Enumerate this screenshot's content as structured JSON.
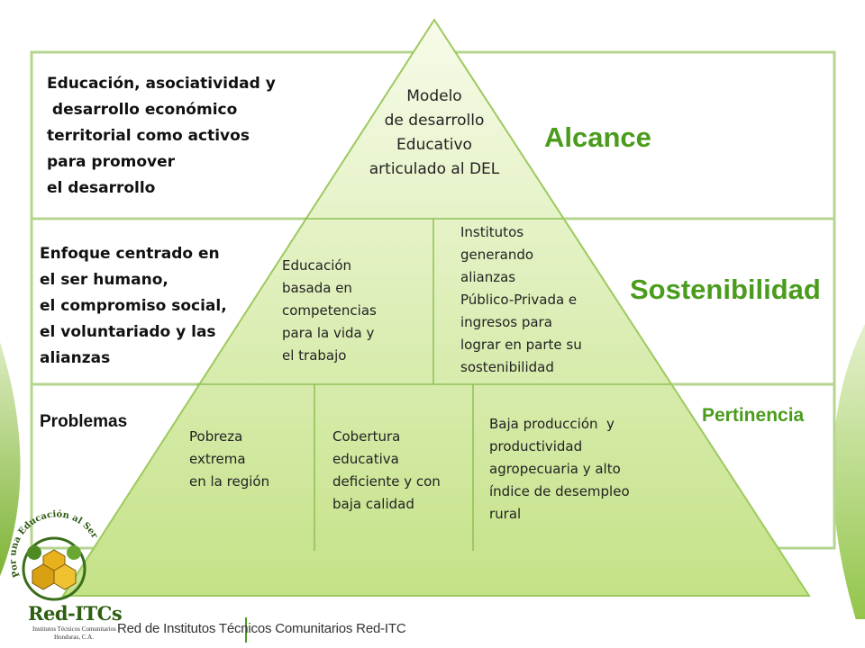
{
  "left_texts": {
    "alcance_description": "Educación, asociatividad y\n desarrollo económico\nterritorial como activos\npara promover\nel desarrollo",
    "sostenibilidad_description": "Enfoque centrado en\nel ser humano,\nel compromiso social,\nel voluntariado y las\nalianzas",
    "problemas_heading": "Problemas"
  },
  "pyramid": {
    "apex_text": "Modelo\nde desarrollo\nEducativo\narticulado al DEL",
    "middle_left_text": "Educación\nbasada en\ncompetencias\npara la vida y\nel trabajo",
    "middle_right_text": "Institutos\ngenerando\nalianzas\nPúblico-Privada e\ningresos para\nlograr en parte su\nsostenibilidad",
    "bottom_1_text": "Pobreza\nextrema\nen la región",
    "bottom_2_text": "Cobertura\neducativa\ndeficiente y con\nbaja calidad",
    "bottom_3_text": "Baja producción  y\nproductividad\nagropecuaria y alto\níndice de desempleo\nrural"
  },
  "right_labels": {
    "alcance": "Alcance",
    "sostenibilidad": "Sostenibilidad",
    "pertinencia": "Pertinencia"
  },
  "logo": {
    "name": "Red-ITCs",
    "subtitle_1": "Institutos Técnicos Comunitarios",
    "subtitle_2": "Honduras, C.A.",
    "motto": "Por una Educación al Servicio del..."
  },
  "footer": {
    "text": "Red de Institutos Técnicos Comunitarios Red-ITC"
  },
  "colors": {
    "accent_green": "#4a9c1c",
    "band_border": "#b5d58f",
    "pyramid_fill_top": "#f6fbe6",
    "pyramid_fill_bottom": "#c6e38a"
  }
}
